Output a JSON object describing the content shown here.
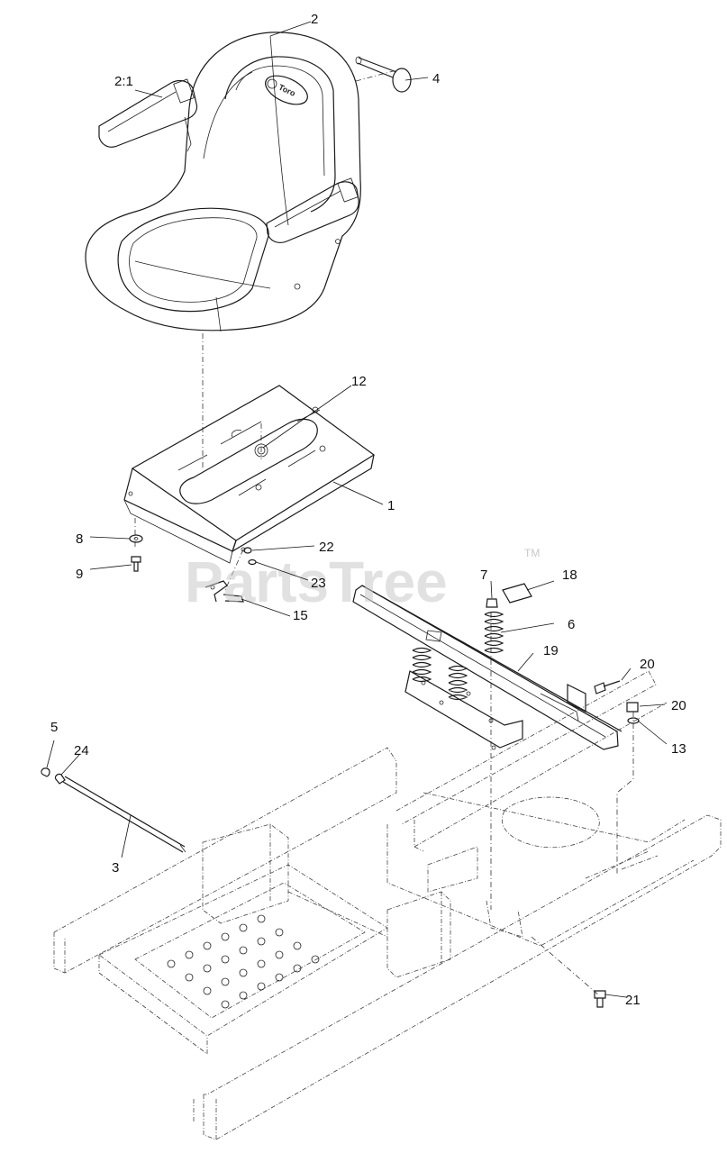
{
  "watermark": {
    "text": "PartsTree",
    "tm": "TM"
  },
  "seat_logo": {
    "text": "Toro"
  },
  "callouts": {
    "c2": "2",
    "c2_1": "2:1",
    "c4": "4",
    "c12": "12",
    "c1": "1",
    "c8": "8",
    "c9": "9",
    "c22": "22",
    "c23": "23",
    "c15": "15",
    "c7": "7",
    "c18": "18",
    "c6": "6",
    "c19": "19",
    "c20a": "20",
    "c20b": "20",
    "c13": "13",
    "c5": "5",
    "c24": "24",
    "c3": "3",
    "c21": "21"
  }
}
